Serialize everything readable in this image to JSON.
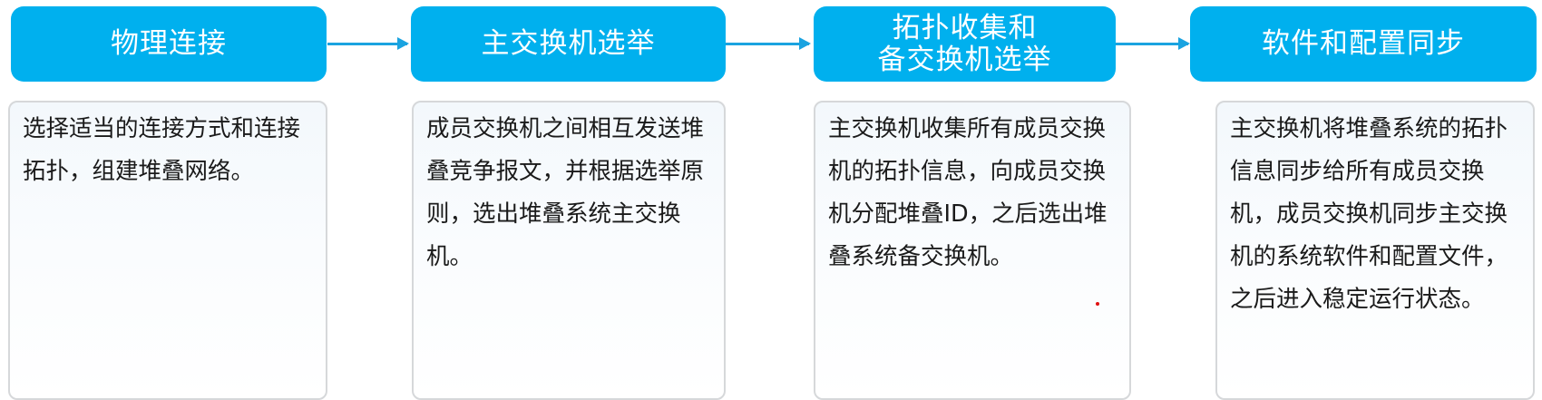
{
  "diagram": {
    "type": "process-flow",
    "accent_color": "#00b0ee",
    "steps": [
      {
        "title": "物理连接",
        "description": "选择适当的连接方式和连接拓扑，组建堆叠网络。"
      },
      {
        "title": "主交换机选举",
        "description": "成员交换机之间相互发送堆叠竞争报文，并根据选举原则，选出堆叠系统主交换机。"
      },
      {
        "title": "拓扑收集和\n备交换机选举",
        "description": "主交换机收集所有成员交换机的拓扑信息，向成员交换机分配堆叠ID，之后选出堆叠系统备交换机。"
      },
      {
        "title": "软件和配置同步",
        "description": "主交换机将堆叠系统的拓扑信息同步给所有成员交换机，成员交换机同步主交换机的系统软件和配置文件，之后进入稳定运行状态。"
      }
    ],
    "connectors": [
      "arrow-right",
      "arrow-right",
      "arrow-right"
    ]
  }
}
